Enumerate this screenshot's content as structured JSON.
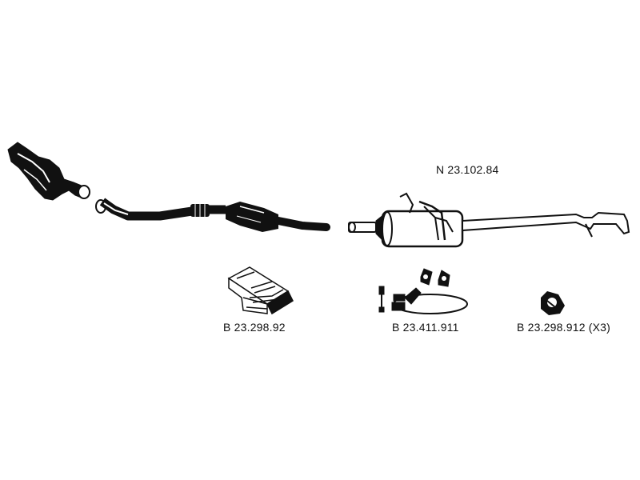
{
  "labels": {
    "main_part": "N 23.102.84",
    "kit_a": "B 23.298.92",
    "kit_b": "B 23.411.911",
    "kit_c": "B 23.298.912 (X3)"
  },
  "colors": {
    "ink": "#111111",
    "paper": "#ffffff"
  },
  "icons": {
    "manifold": "exhaust-manifold-icon",
    "front_pipe": "front-pipe-icon",
    "catalytic_converter": "catalytic-converter-icon",
    "muffler": "rear-muffler-icon",
    "tailpipe": "tailpipe-icon",
    "mounting_kit": "mounting-kit-box-icon",
    "clamp_kit": "clamp-kit-icon",
    "rubber_hanger": "rubber-hanger-icon"
  }
}
